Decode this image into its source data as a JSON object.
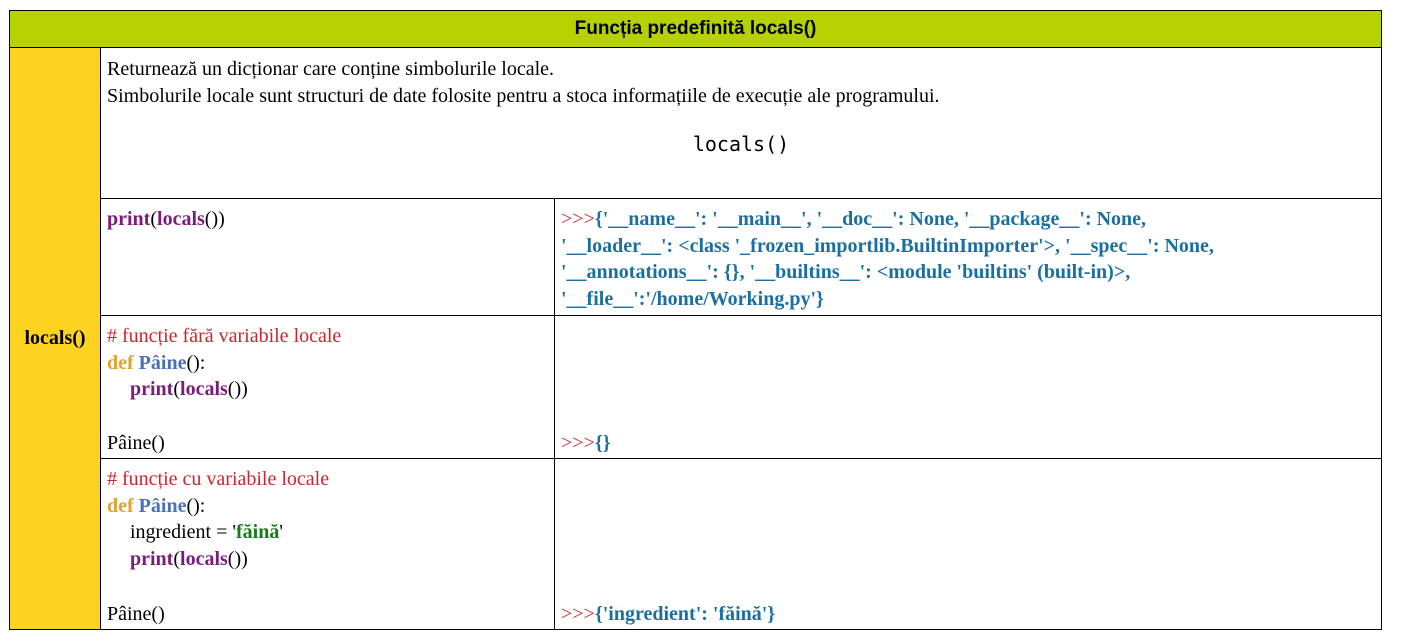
{
  "title": "Funcția predefinită locals()",
  "side_label": "locals()",
  "description": {
    "line1": "Returnează un dicționar care conține simbolurile locale.",
    "line2": "Simbolurile locale sunt structuri de date folosite pentru a stoca informațiile de execuție ale programului.",
    "syntax": "locals()"
  },
  "example1": {
    "code": {
      "print": "print",
      "open": "(",
      "locals": "locals",
      "close": "())"
    },
    "prompt": ">>>",
    "output": [
      "{'__name__': '__main__', '__doc__': None, '__package__': None,",
      "'__loader__': <class '_frozen_importlib.BuiltinImporter'>, '__spec__': None,",
      "'__annotations__': {}, '__builtins__': <module 'builtins' (built-in)>,",
      "'__file__':'/home/Working.py'}"
    ]
  },
  "example2": {
    "comment": "# funcție fără variabile locale",
    "def_kw": "def",
    "fn_name": "Pâine",
    "fn_sig": "():",
    "print": "print",
    "open": "(",
    "locals": "locals",
    "close": "())",
    "call": "Pâine()",
    "prompt": ">>>",
    "output": "{}"
  },
  "example3": {
    "comment": "# funcție cu variabile locale",
    "def_kw": "def",
    "fn_name": "Pâine",
    "fn_sig": "():",
    "assign_lhs": "ingredient = ",
    "q1": "'",
    "str_val": "făină",
    "q2": "'",
    "print": "print",
    "open": "(",
    "locals": "locals",
    "close": "())",
    "call": "Pâine()",
    "prompt": ">>>",
    "output": "{'ingredient': 'făină'}"
  }
}
